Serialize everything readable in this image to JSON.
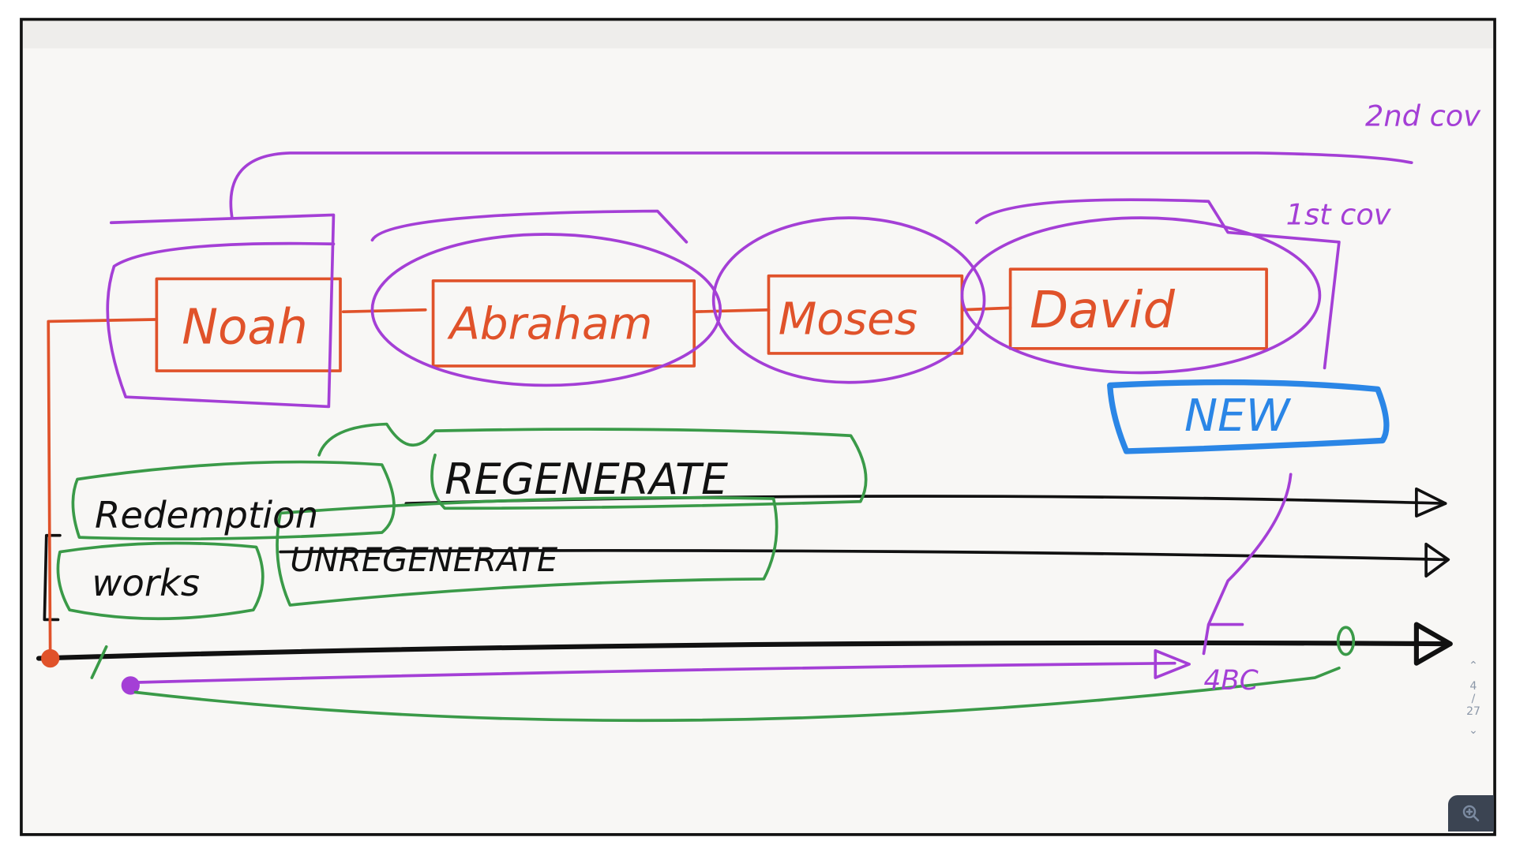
{
  "whiteboard": {
    "covenants": [
      "Noah",
      "Abraham",
      "Moses",
      "David"
    ],
    "new_label": "NEW",
    "regenerate_label": "REGENERATE",
    "unregenerate_label": "UNREGENERATE",
    "redemption_label": "Redemption",
    "works_label": "works",
    "second_cov_label": "2nd cov",
    "first_cov_label": "1st cov",
    "date_label": "4BC"
  },
  "pager": {
    "current": "4",
    "separator": "/",
    "total": "27"
  },
  "colors": {
    "orange": "#e0522a",
    "purple": "#a43fd6",
    "green": "#3a9a48",
    "blue": "#2b86e6",
    "black": "#111111"
  }
}
